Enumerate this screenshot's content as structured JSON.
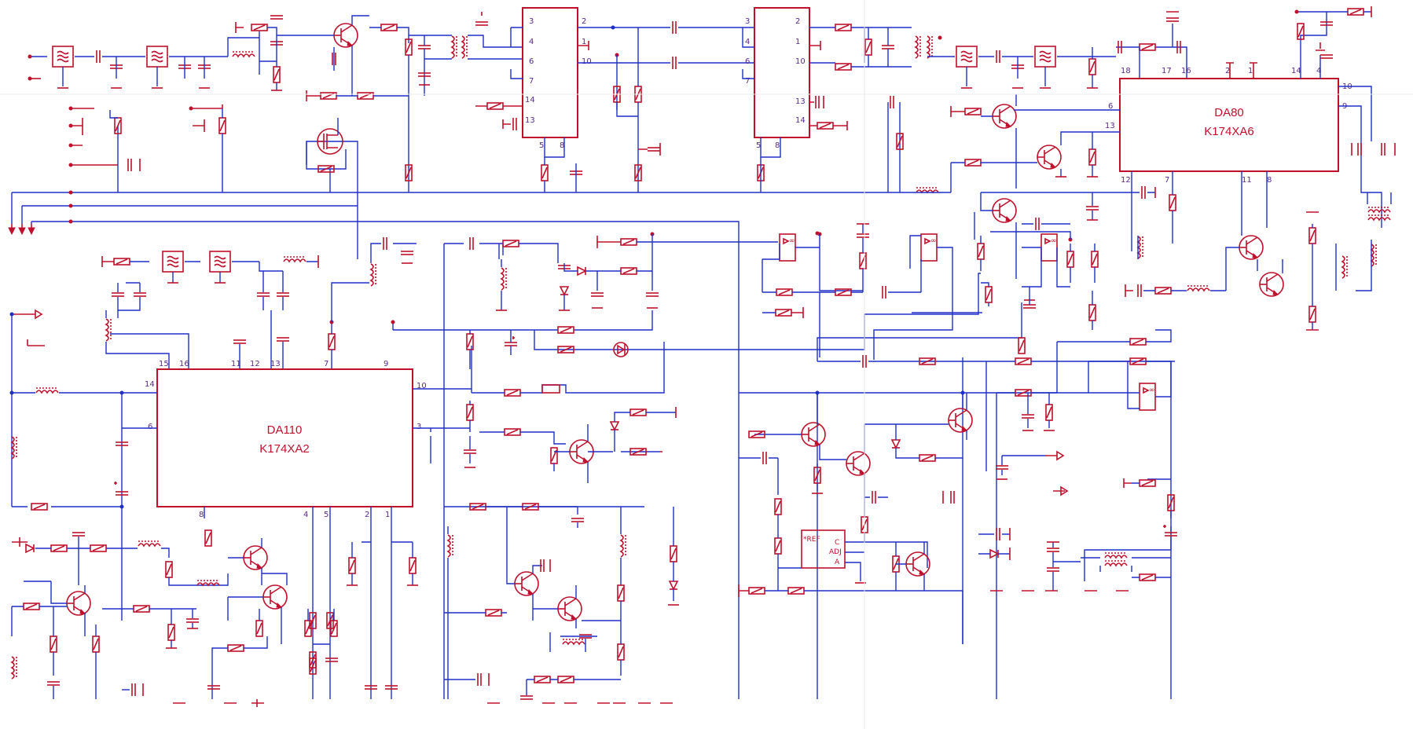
{
  "ics": [
    {
      "id": "da110",
      "name": "DA110",
      "part": "K174XA2"
    },
    {
      "id": "da80",
      "name": "DA80",
      "part": "K174XA6"
    },
    {
      "id": "u1",
      "name": "",
      "part": ""
    },
    {
      "id": "u2",
      "name": "",
      "part": ""
    }
  ],
  "pins": {
    "u1": {
      "left": [
        "3",
        "4",
        "6",
        "7",
        "14",
        "13"
      ],
      "right": [
        "2",
        "1",
        "10"
      ],
      "bottom": [
        "5",
        "8"
      ]
    },
    "u2": {
      "left": [
        "3",
        "4",
        "6",
        "7"
      ],
      "right": [
        "2",
        "1",
        "10",
        "13",
        "14"
      ],
      "bottom": [
        "5",
        "8"
      ]
    },
    "da80": {
      "top": [
        "18",
        "17",
        "16",
        "2",
        "1",
        "14",
        "4"
      ],
      "right": [
        "10",
        "9"
      ],
      "left": [
        "6",
        "13"
      ],
      "bottom": [
        "12",
        "7",
        "11",
        "8"
      ]
    },
    "da110": {
      "top": [
        "15",
        "16",
        "11",
        "12",
        "13",
        "7",
        "9"
      ],
      "left": [
        "14",
        "6"
      ],
      "right": [
        "10",
        "3"
      ],
      "bottom": [
        "8",
        "4",
        "5",
        "2",
        "1"
      ]
    }
  },
  "ref": {
    "label": "*REF",
    "pins": [
      "C",
      "ADJ",
      "A"
    ]
  },
  "colors": {
    "wire": "#1f2fc8",
    "component": "#c0102c",
    "pin_number": "#5a2a8c"
  }
}
